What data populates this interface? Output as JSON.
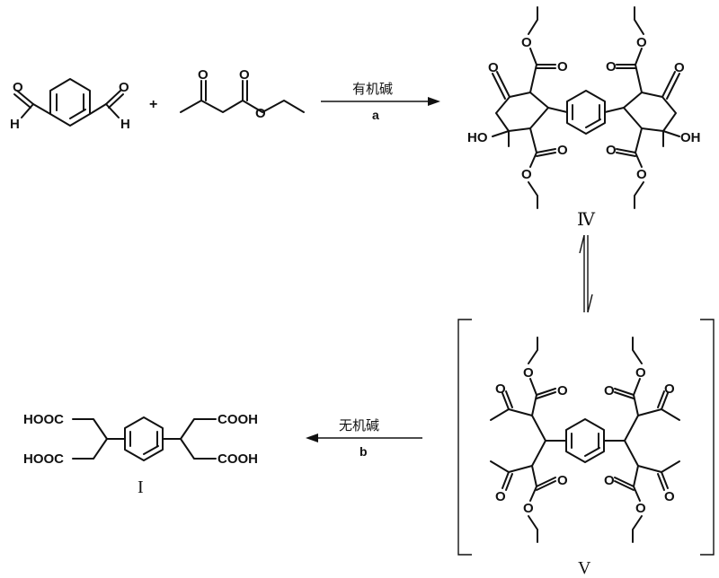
{
  "scheme": {
    "reagent_a": "有机碱",
    "step_a": "a",
    "reagent_b": "无机碱",
    "step_b": "b",
    "plus": "+",
    "compound_IV": "Ⅳ",
    "compound_V": "V",
    "compound_I": "I"
  },
  "atoms": {
    "O": "O",
    "H": "H",
    "HO": "HO",
    "OH": "OH",
    "HOOC": "HOOC",
    "COOH": "COOH"
  }
}
